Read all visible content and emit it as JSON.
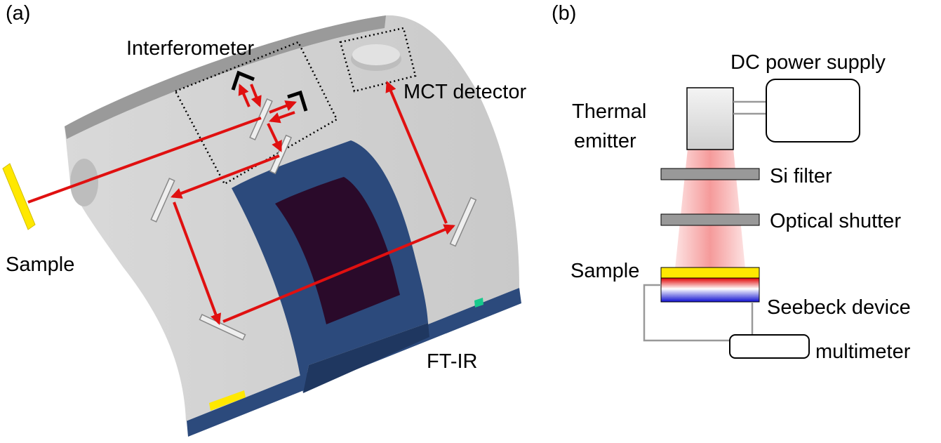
{
  "panel_a": {
    "tag": "(a)",
    "labels": {
      "interferometer": "Interferometer",
      "mct_detector": "MCT detector",
      "sample": "Sample",
      "ftir": "FT-IR"
    },
    "colors": {
      "beam": "#e01010",
      "sample": "#ffe800",
      "body": "#d2d2d2",
      "lid": "#2c4a7c",
      "window": "#2a0a2a"
    }
  },
  "panel_b": {
    "tag": "(b)",
    "labels": {
      "dc_power_supply": "DC power supply",
      "thermal_emitter_line1": "Thermal",
      "thermal_emitter_line2": "emitter",
      "si_filter": "Si filter",
      "optical_shutter": "Optical shutter",
      "sample": "Sample",
      "seebeck_device": "Seebeck device",
      "multimeter": "multimeter"
    },
    "colors": {
      "beam": "#f4a0a0",
      "sample": "#ffe800",
      "filter": "#999999"
    }
  }
}
